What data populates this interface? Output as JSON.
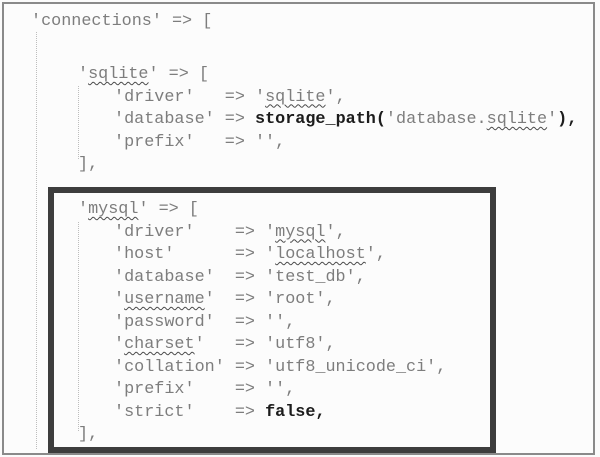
{
  "meta": {
    "description": "PHP Laravel database config snippet with mysql connection highlighted"
  },
  "colors": {
    "text": "#7d7d7d",
    "bold_text": "#1c1c1c",
    "squiggle": "#4a4a4a",
    "indent_guide": "#bdbdbd",
    "frame_border": "#8a8a8a",
    "highlight_box_border": "#3d3d3d",
    "background": "#fcfcfc"
  },
  "code": {
    "lines": [
      {
        "indent": 0,
        "gap": false,
        "segments": [
          {
            "t": "'connections' => [",
            "s": "p"
          }
        ]
      },
      {
        "indent": 0,
        "gap": false,
        "segments": []
      },
      {
        "indent": 1,
        "gap": true,
        "segments": [
          {
            "t": "'",
            "s": "p"
          },
          {
            "t": "sqlite",
            "s": "sq"
          },
          {
            "t": "' => [",
            "s": "p"
          }
        ]
      },
      {
        "indent": 2,
        "gap": false,
        "segments": [
          {
            "t": "'driver'   => '",
            "s": "p"
          },
          {
            "t": "sqlite",
            "s": "sq"
          },
          {
            "t": "',",
            "s": "p"
          }
        ]
      },
      {
        "indent": 2,
        "gap": false,
        "segments": [
          {
            "t": "'database' => ",
            "s": "p"
          },
          {
            "t": "storage_path(",
            "s": "b"
          },
          {
            "t": "'database.",
            "s": "p"
          },
          {
            "t": "sqlite",
            "s": "sq"
          },
          {
            "t": "'",
            "s": "p"
          },
          {
            "t": "),",
            "s": "b"
          }
        ]
      },
      {
        "indent": 2,
        "gap": false,
        "segments": [
          {
            "t": "'prefix'   => '',",
            "s": "p"
          }
        ]
      },
      {
        "indent": 1,
        "gap": false,
        "segments": [
          {
            "t": "],",
            "s": "p"
          }
        ]
      },
      {
        "indent": 0,
        "gap": false,
        "segments": []
      },
      {
        "indent": 1,
        "gap": false,
        "segments": [
          {
            "t": "'",
            "s": "p"
          },
          {
            "t": "mysql",
            "s": "sq"
          },
          {
            "t": "' => [",
            "s": "p"
          }
        ]
      },
      {
        "indent": 2,
        "gap": false,
        "segments": [
          {
            "t": "'driver'    => '",
            "s": "p"
          },
          {
            "t": "mysql",
            "s": "sq"
          },
          {
            "t": "',",
            "s": "p"
          }
        ]
      },
      {
        "indent": 2,
        "gap": false,
        "segments": [
          {
            "t": "'host'      => '",
            "s": "p"
          },
          {
            "t": "localhost",
            "s": "sq"
          },
          {
            "t": "',",
            "s": "p"
          }
        ]
      },
      {
        "indent": 2,
        "gap": false,
        "segments": [
          {
            "t": "'database'  => 'test_db',",
            "s": "p"
          }
        ]
      },
      {
        "indent": 2,
        "gap": false,
        "segments": [
          {
            "t": "'",
            "s": "p"
          },
          {
            "t": "username",
            "s": "sq"
          },
          {
            "t": "'  => 'root',",
            "s": "p"
          }
        ]
      },
      {
        "indent": 2,
        "gap": false,
        "segments": [
          {
            "t": "'password'  => '',",
            "s": "p"
          }
        ]
      },
      {
        "indent": 2,
        "gap": false,
        "segments": [
          {
            "t": "'",
            "s": "p"
          },
          {
            "t": "charset",
            "s": "sq"
          },
          {
            "t": "'   => 'utf8',",
            "s": "p"
          }
        ]
      },
      {
        "indent": 2,
        "gap": false,
        "segments": [
          {
            "t": "'collation' => 'utf8_unicode_ci',",
            "s": "p"
          }
        ]
      },
      {
        "indent": 2,
        "gap": false,
        "segments": [
          {
            "t": "'prefix'    => '',",
            "s": "p"
          }
        ]
      },
      {
        "indent": 2,
        "gap": false,
        "segments": [
          {
            "t": "'strict'    => ",
            "s": "p"
          },
          {
            "t": "false,",
            "s": "b"
          }
        ]
      },
      {
        "indent": 1,
        "gap": false,
        "segments": [
          {
            "t": "],",
            "s": "p"
          }
        ]
      }
    ]
  },
  "highlight_box": {
    "purpose": "emphasis on mysql connection block"
  }
}
